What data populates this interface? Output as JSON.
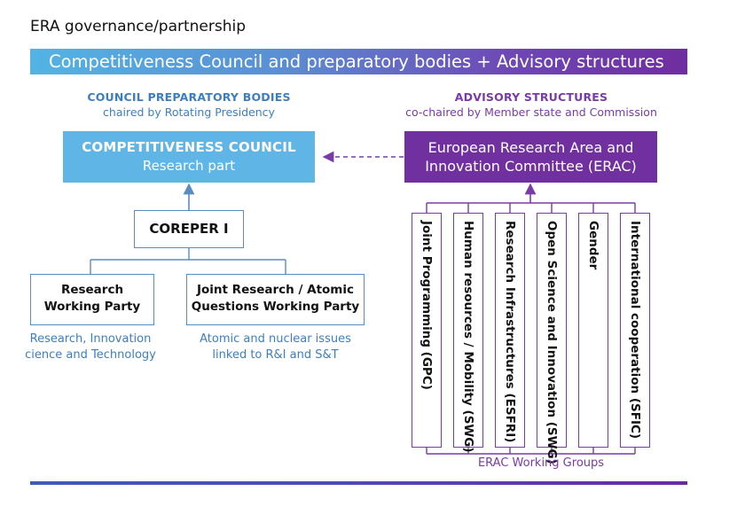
{
  "page": {
    "title": "ERA governance/partnership"
  },
  "banner": {
    "text": "Competitiveness Council and preparatory bodies + Advisory structures"
  },
  "left_section": {
    "heading": "COUNCIL PREPARATORY BODIES",
    "subheading": "chaired by Rotating Presidency"
  },
  "right_section": {
    "heading": "ADVISORY STRUCTURES",
    "subheading": "co-chaired by Member state and Commission"
  },
  "council_box": {
    "title": "COMPETITIVENESS COUNCIL",
    "subtitle": "Research part"
  },
  "erac_box": {
    "line1": "European Research Area and",
    "line2": "Innovation Committee (ERAC)"
  },
  "coreper": {
    "label": "COREPER I"
  },
  "research_wp": {
    "line1": "Research",
    "line2": "Working Party",
    "caption1": "Research, Innovation",
    "caption2": "cience and Technology"
  },
  "joint_wp": {
    "line1": "Joint Research / Atomic",
    "line2": "Questions Working Party",
    "caption1": "Atomic and nuclear issues",
    "caption2": "linked to R&I and S&T"
  },
  "working_groups": [
    {
      "label": "Joint Programming (GPC)"
    },
    {
      "label": "Human resources / Mobility (SWG)"
    },
    {
      "label": "Research Infrastructures (ESFRI)"
    },
    {
      "label": "Open Science and Innovation (SWG)"
    },
    {
      "label": "Gender"
    },
    {
      "label": "International cooperation (SFIC)"
    }
  ],
  "working_groups_caption": "ERAC Working Groups",
  "colors": {
    "council_blue": "#5fb6e6",
    "erac_purple": "#71309f",
    "blue_text": "#3c7fc1",
    "purple_text": "#7a3aa7",
    "connector_blue": "#5a8bc3"
  }
}
